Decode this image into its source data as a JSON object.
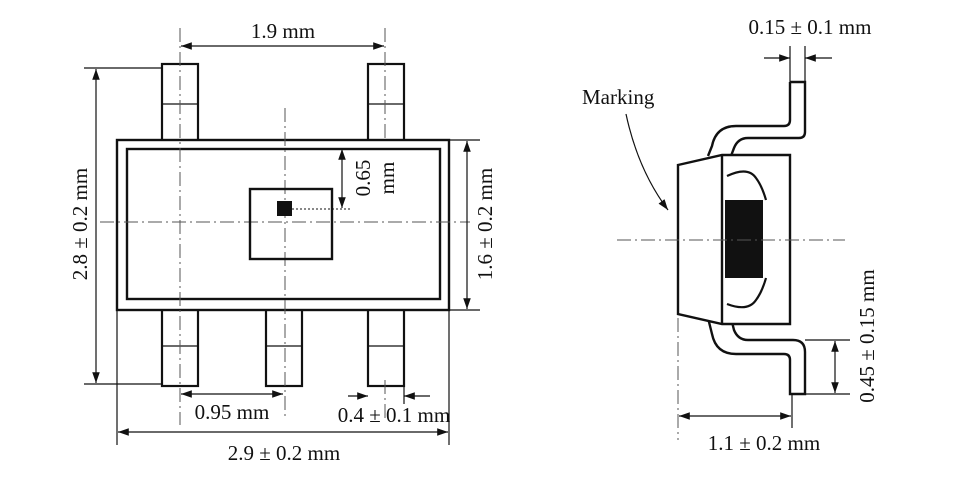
{
  "labels": {
    "pin_pitch_top": "1.9 mm",
    "body_height_total": "2.8 ± 0.2 mm",
    "body_height_inner": "1.6 ± 0.2 mm",
    "mark_offset": "0.65\nmm",
    "mark_offset_value": "0.65",
    "mark_offset_unit": "mm",
    "pin_pitch_bottom": "0.95 mm",
    "pin_width": "0.4 ± 0.1 mm",
    "body_width": "2.9 ± 0.2 mm",
    "lead_thickness": "0.15 ± 0.1 mm",
    "marking": "Marking",
    "lead_height": "0.45 ± 0.15 mm",
    "side_width": "1.1 ± 0.2 mm"
  },
  "colors": {
    "line": "#111111",
    "background": "#ffffff",
    "marking_fill": "#111111"
  }
}
